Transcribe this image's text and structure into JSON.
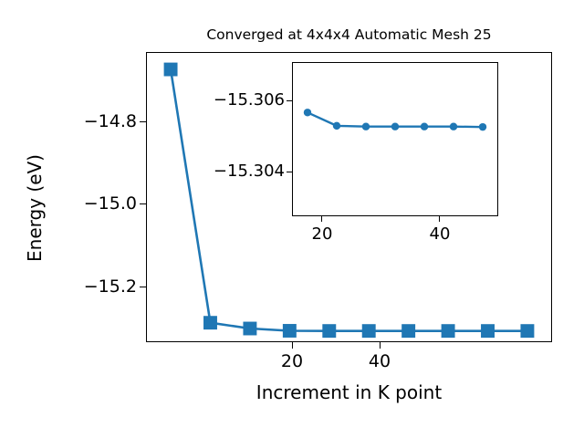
{
  "chart_data": {
    "type": "line",
    "title": "Converged at 4x4x4 Automatic Mesh 25",
    "xlabel": "Increment in K point",
    "ylabel": "Energy (eV)",
    "grid": false,
    "legend": null,
    "marker_color": "#1f77b4",
    "line_color": "#1f77b4",
    "main": {
      "marker": "square",
      "x": [
        5,
        10,
        15,
        20,
        25,
        30,
        35,
        40,
        45,
        50
      ],
      "y": [
        -14.67,
        -15.285,
        -15.299,
        -15.3045,
        -15.3049,
        -15.3049,
        -15.3049,
        -15.3049,
        -15.3049,
        -15.3049
      ],
      "xlim": [
        2,
        53
      ],
      "ylim": [
        -15.33,
        -14.63
      ],
      "xticks": [
        20,
        40
      ],
      "xticklabels": [
        "20",
        "40"
      ],
      "yticks": [
        -14.8,
        -15.0,
        -15.2
      ],
      "yticklabels": [
        "−14.8",
        "−15.0",
        "−15.2"
      ]
    },
    "inset": {
      "marker": "circle",
      "x": [
        20,
        25,
        30,
        35,
        40,
        45,
        50
      ],
      "y": [
        -15.3045,
        -15.30485,
        -15.30487,
        -15.30487,
        -15.30487,
        -15.30487,
        -15.30488
      ],
      "xlim": [
        17.5,
        52.5
      ],
      "ylim": [
        -15.3072,
        -15.3032
      ],
      "xticks": [
        20,
        40
      ],
      "xticklabels": [
        "20",
        "40"
      ],
      "yticks": [
        -15.306,
        -15.304
      ],
      "yticklabels": [
        "−15.306",
        "−15.304"
      ]
    }
  },
  "axes": {
    "main": {
      "ytick_labels": [
        "−14.8",
        "−15.0",
        "−15.2"
      ],
      "xtick_labels": [
        "20",
        "40"
      ],
      "title": "Converged at 4x4x4 Automatic Mesh 25",
      "xlabel": "Increment in K point",
      "ylabel": "Energy (eV)"
    },
    "inset": {
      "ytick_labels": [
        "−15.306",
        "−15.304"
      ],
      "xtick_labels": [
        "20",
        "40"
      ]
    }
  }
}
